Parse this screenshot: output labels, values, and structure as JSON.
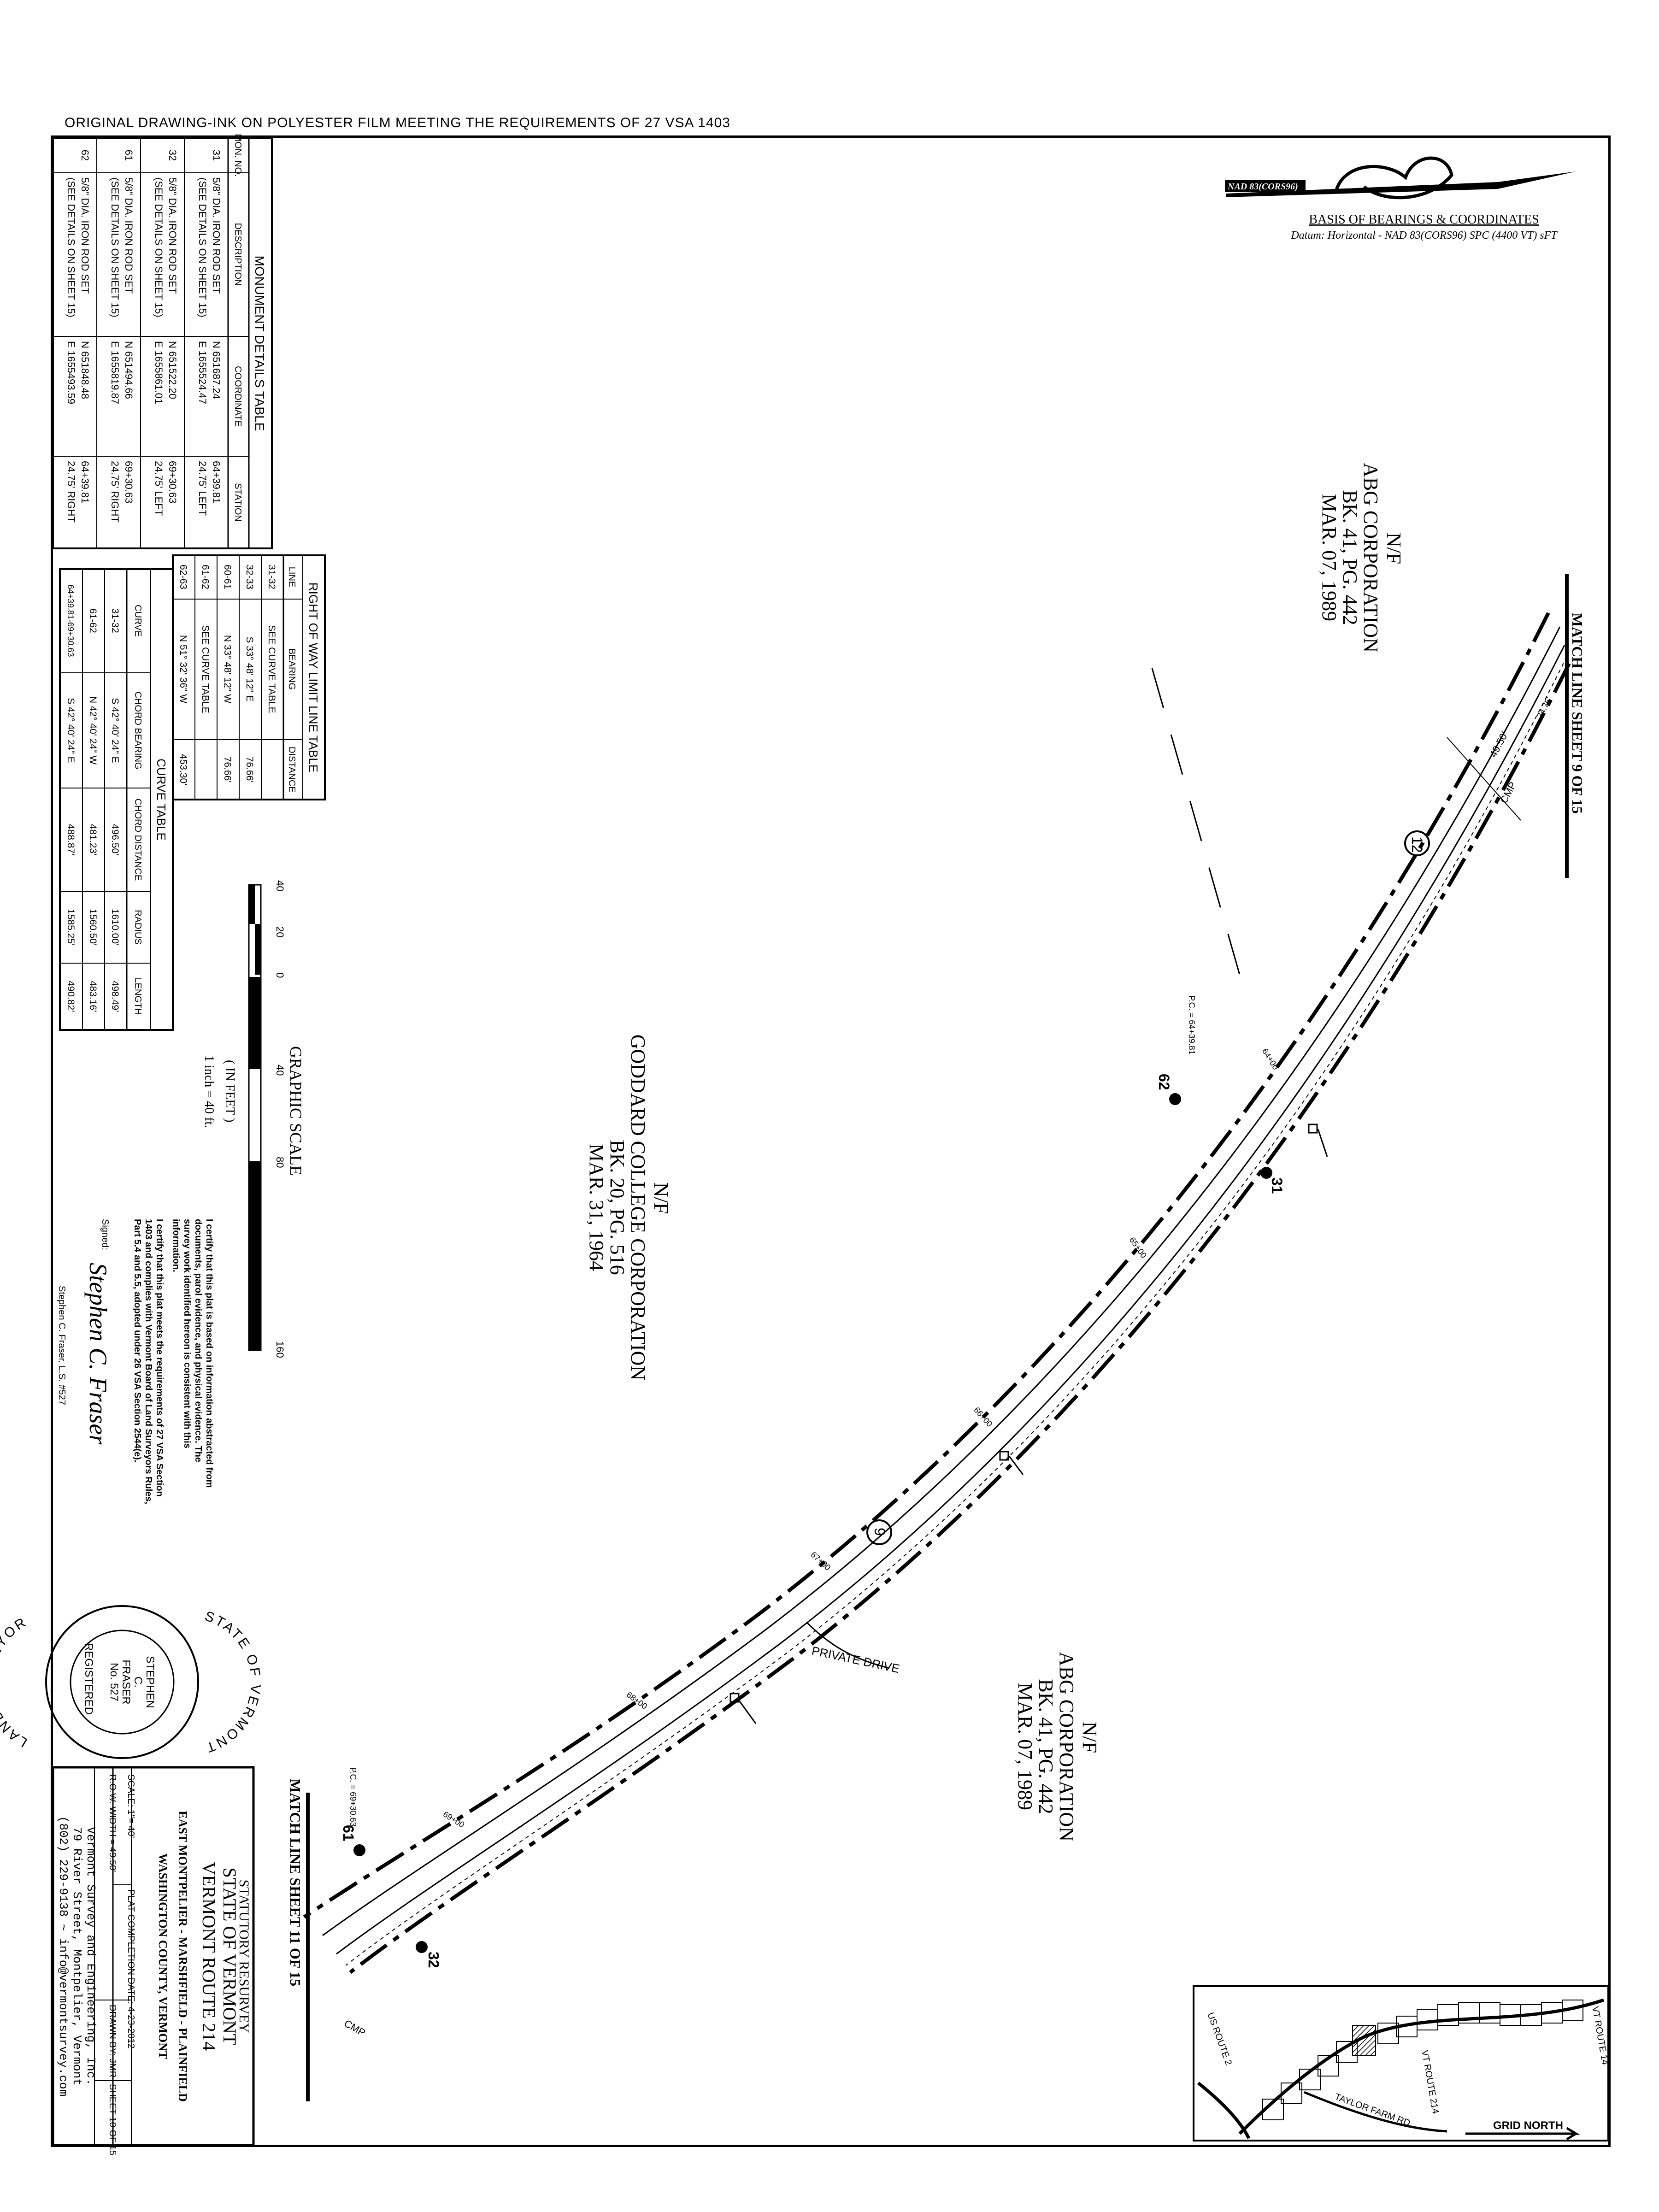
{
  "top_note": "ORIGINAL DRAWING-INK ON POLYESTER FILM MEETING THE REQUIREMENTS OF 27 VSA 1403",
  "basis": {
    "arrow_label": "NAD 83(CORS96)",
    "title": "BASIS OF BEARINGS & COORDINATES",
    "datum": "Datum: Horizontal - NAD 83(CORS96) SPC (4400 VT) sFT"
  },
  "match_lines": {
    "top": "MATCH LINE SHEET 9 OF 15",
    "bottom": "MATCH LINE SHEET 11 OF 15"
  },
  "owners": {
    "abg_top": [
      "N/F",
      "ABG CORPORATION",
      "BK. 41, PG. 442",
      "MAR. 07, 1989"
    ],
    "goddard": [
      "N/F",
      "GODDARD COLLEGE CORPORATION",
      "BK. 20, PG. 516",
      "MAR. 31, 1964"
    ],
    "abg_bottom": [
      "N/F",
      "ABG CORPORATION",
      "BK. 41, PG. 442",
      "MAR. 07, 1989"
    ]
  },
  "monument_table": {
    "title": "MONUMENT DETAILS TABLE",
    "headers": [
      "MON. NO.",
      "DESCRIPTION",
      "COORDINATE",
      "STATION"
    ],
    "rows": [
      {
        "no": "31",
        "desc1": "5/8\" DIA. IRON ROD SET",
        "desc2": "(SEE DETAILS ON SHEET 15)",
        "n": "N 651687.24",
        "e": "E 1655524.47",
        "sta": "64+39.81",
        "off": "24.75' LEFT"
      },
      {
        "no": "32",
        "desc1": "5/8\" DIA. IRON ROD SET",
        "desc2": "(SEE DETAILS ON SHEET 15)",
        "n": "N 651522.20",
        "e": "E 1655861.01",
        "sta": "69+30.63",
        "off": "24.75' LEFT"
      },
      {
        "no": "61",
        "desc1": "5/8\" DIA. IRON ROD SET",
        "desc2": "(SEE DETAILS ON SHEET 15)",
        "n": "N 651494.66",
        "e": "E 1655819.87",
        "sta": "69+30.63",
        "off": "24.75' RIGHT"
      },
      {
        "no": "62",
        "desc1": "5/8\" DIA. IRON ROD SET",
        "desc2": "(SEE DETAILS ON SHEET 15)",
        "n": "N 651848.48",
        "e": "E 1655493.59",
        "sta": "64+39.81",
        "off": "24.75' RIGHT"
      }
    ]
  },
  "row_table": {
    "title": "RIGHT OF WAY LIMIT LINE TABLE",
    "headers": [
      "LINE",
      "BEARING",
      "DISTANCE"
    ],
    "rows": [
      [
        "31-32",
        "SEE CURVE TABLE",
        ""
      ],
      [
        "32-33",
        "S 33° 48' 12\" E",
        "76.66'"
      ],
      [
        "60-61",
        "N 33° 48' 12\" W",
        "76.66'"
      ],
      [
        "61-62",
        "SEE CURVE TABLE",
        ""
      ],
      [
        "62-63",
        "N 51° 32' 36\" W",
        "453.30'"
      ]
    ]
  },
  "curve_table": {
    "title": "CURVE TABLE",
    "headers": [
      "CURVE",
      "CHORD BEARING",
      "CHORD DISTANCE",
      "RADIUS",
      "LENGTH"
    ],
    "rows": [
      [
        "31-32",
        "S 42° 40' 24\" E",
        "496.50'",
        "1610.00'",
        "498.49'"
      ],
      [
        "61-62",
        "N 42° 40' 24\" W",
        "481.23'",
        "1560.50'",
        "483.16'"
      ],
      [
        "64+39.81-69+30.63",
        "S 42° 40' 24\" E",
        "488.87'",
        "1585.25'",
        "490.82'"
      ]
    ]
  },
  "graphic_scale": {
    "title": "GRAPHIC SCALE",
    "ticks": [
      "40",
      "20",
      "0",
      "40",
      "80",
      "160"
    ],
    "unit": "( IN FEET )",
    "ratio": "1 inch = 40 ft."
  },
  "certification": {
    "para1": [
      "I certify that this plat is based on information abstracted from",
      "documents, parol evidence, and physical evidence. The",
      "survey work identified hereon is consistent with this",
      "information."
    ],
    "para2": [
      "I certify that this plat meets the requirements of 27 VSA Section",
      "1403 and complies with Vermont Board of Land Surveyors Rules,",
      "Part 5.4 and 5.5, adopted under 26 VSA Section 2544(e)."
    ],
    "signed_label": "Signed:",
    "signature": "Stephen C. Fraser",
    "signer": "Stephen C. Fraser, L.S. #527"
  },
  "seal": {
    "top": "STATE OF VERMONT",
    "bottom": "LAND SURVEYOR",
    "left": "REGISTERED",
    "center": [
      "STEPHEN",
      "C.",
      "FRASER",
      "No. 527"
    ]
  },
  "title_block": {
    "l1": "STATUTORY RESURVEY",
    "l2": "STATE OF VERMONT",
    "l3": "VERMONT ROUTE 214",
    "l4": "EAST MONTPELIER - MARSHFIELD - PLAINFIELD",
    "l5": "WASHINGTON COUNTY, VERMONT",
    "scale": "SCALE: 1\"= 40'",
    "plat_date": "PLAT COMPLETION DATE: 4-23-2012",
    "row_width": "R.O.W. WIDTH = 49.50'",
    "drawn": "DRAWN BY: JMR",
    "sheet": "SHEET 10 OF 15",
    "co1": "Vermont Survey and Engineering, Inc.",
    "co2": "79 River Street, Montpelier, Vermont",
    "co3": "(802) 229-9138 ~ info@vermontsurvey.com"
  },
  "plan": {
    "monuments": [
      "62",
      "31",
      "61",
      "32"
    ],
    "markers": [
      "12",
      "9"
    ],
    "private_drive": "PRIVATE DRIVE",
    "cmp": "CMP",
    "pc_top": "P.C. = 64+39.81",
    "pc_bottom": "P.C. = 69+30.63",
    "stations": [
      "65+00",
      "66+00",
      "67+00",
      "68+00",
      "69+00",
      "64+00"
    ],
    "dim_a": "49.50'",
    "dim_b": "24.75'"
  },
  "location_map": {
    "us_route_2": "US ROUTE 2",
    "vt_route_14": "VT ROUTE 14",
    "vt_route_214": "VT ROUTE 214",
    "taylor_farm": "TAYLOR FARM RD",
    "grid_north": "GRID NORTH"
  }
}
